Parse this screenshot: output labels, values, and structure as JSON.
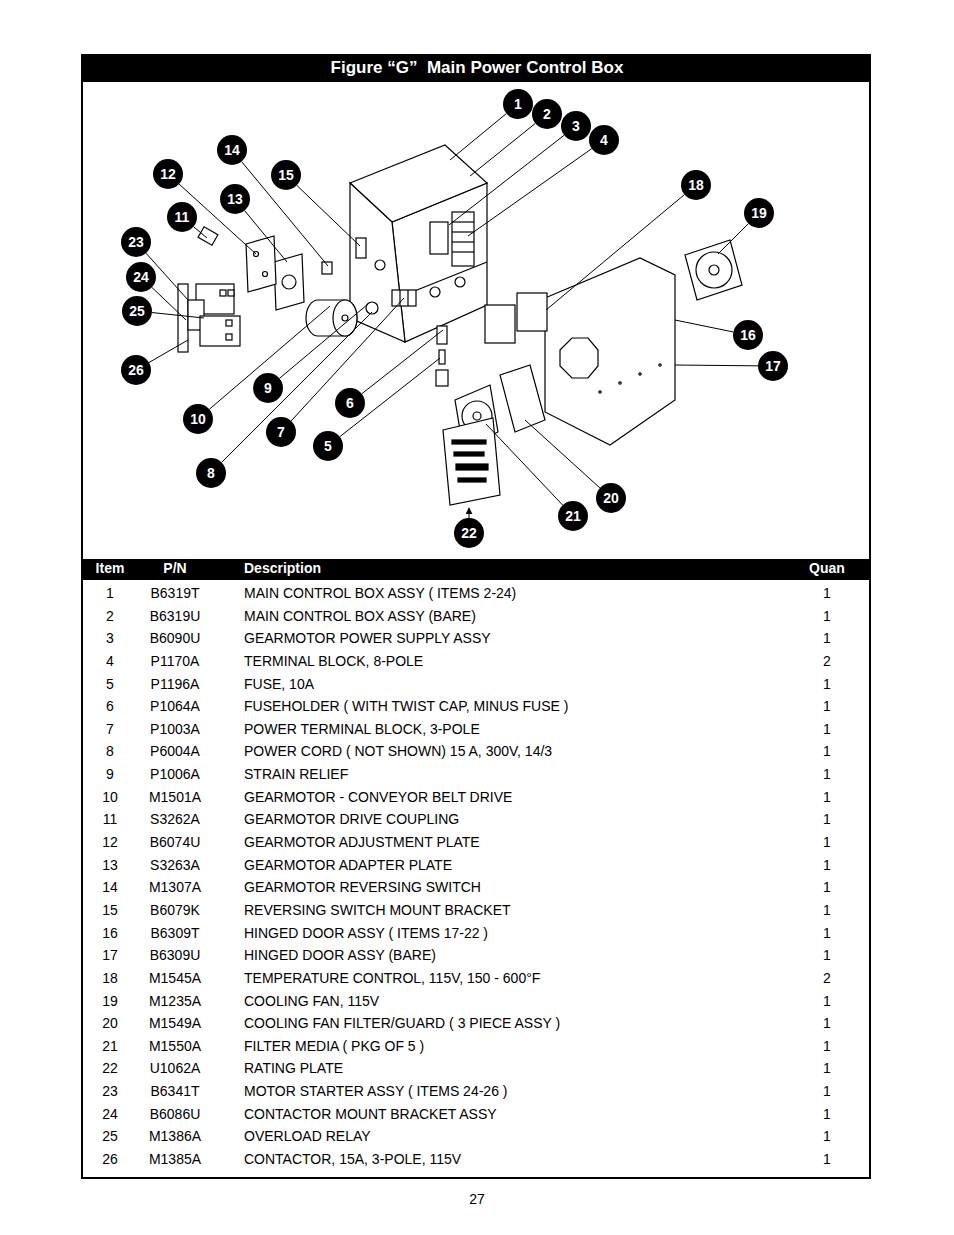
{
  "diagram": {
    "title": "Figure “G”  Main Power Control Box",
    "labels": [
      "1",
      "2",
      "3",
      "4",
      "5",
      "6",
      "7",
      "8",
      "9",
      "10",
      "11",
      "12",
      "13",
      "14",
      "15",
      "16",
      "17",
      "18",
      "19",
      "20",
      "21",
      "22",
      "23",
      "24",
      "25",
      "26",
      "Item",
      "P/N",
      "Description",
      "Quan",
      "1",
      "B6319T",
      "MAIN CONTROL BOX ASSY ( ITEMS 2-24)",
      "1",
      "2",
      "B6319U",
      "MAIN CONTROL BOX ASSY (BARE)",
      "1",
      "3",
      "B6090U",
      "GEARMOTOR POWER SUPPLY ASSY",
      "1",
      "4",
      "P1170A",
      "TERMINAL BLOCK, 8-POLE",
      "2",
      "5",
      "P1196A",
      "FUSE, 10A",
      "1",
      "6",
      "P1064A",
      "FUSEHOLDER ( WITH TWIST CAP, MINUS FUSE )",
      "1",
      "7",
      "P1003A",
      "POWER TERMINAL BLOCK, 3-POLE",
      "1",
      "8",
      "P6004A",
      "POWER CORD ( NOT SHOWN) 15 A, 300V, 14/3",
      "1",
      "9",
      "P1006A",
      "STRAIN RELIEF",
      "1",
      "10",
      "M1501A",
      "GEARMOTOR - CONVEYOR BELT DRIVE",
      "1",
      "11",
      "S3262A",
      "GEARMOTOR DRIVE COUPLING",
      "1",
      "12",
      "B6074U",
      "GEARMOTOR ADJUSTMENT PLATE",
      "1",
      "13",
      "S3263A",
      "GEARMOTOR ADAPTER PLATE",
      "1",
      "14",
      "M1307A",
      "GEARMOTOR REVERSING SWITCH",
      "1",
      "15",
      "B6079K",
      "REVERSING SWITCH MOUNT BRACKET",
      "1",
      "16",
      "B6309T",
      "HINGED DOOR ASSY ( ITEMS 17-22 )",
      "1",
      "17",
      "B6309U",
      "HINGED DOOR ASSY (BARE)",
      "1",
      "18",
      "M1545A",
      "TEMPERATURE CONTROL, 115V, 150 - 600°F",
      "2",
      "19",
      "M1235A",
      "COOLING FAN, 115V",
      "1",
      "20",
      "M1549A",
      "COOLING FAN FILTER/GUARD ( 3 PIECE ASSY )",
      "1",
      "21",
      "M1550A",
      "FILTER MEDIA ( PKG OF 5 )",
      "1",
      "22",
      "U1062A",
      "RATING PLATE",
      "1",
      "23",
      "B6341T",
      "MOTOR STARTER ASSY ( ITEMS 24-26 )",
      "1",
      "24",
      "B6086U",
      "CONTACTOR MOUNT BRACKET ASSY",
      "1",
      "25",
      "M1386A",
      "OVERLOAD RELAY",
      "1",
      "26",
      "M1385A",
      "CONTACTOR, 15A, 3-POLE, 115V",
      "1",
      "27"
    ]
  }
}
